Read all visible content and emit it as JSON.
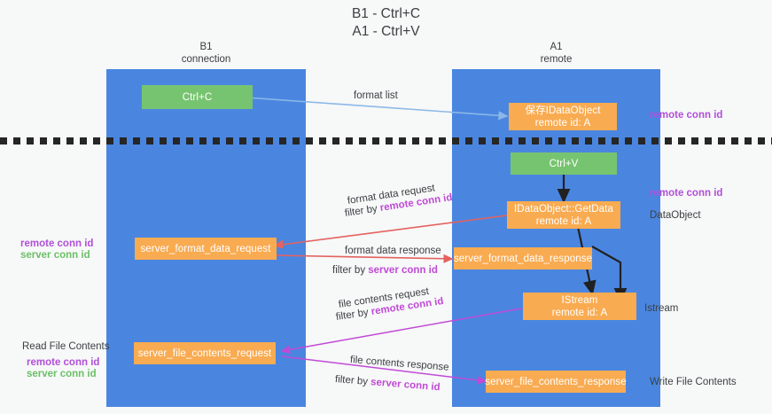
{
  "title": {
    "line1": "B1 - Ctrl+C",
    "line2": "A1 - Ctrl+V"
  },
  "columns": [
    {
      "name": "B1",
      "role": "connection"
    },
    {
      "name": "A1",
      "role": "remote"
    }
  ],
  "boxes": {
    "ctrl_c": {
      "label": "Ctrl+C"
    },
    "save_dataobject": {
      "line1": "保存IDataObject",
      "line2": "remote id: A"
    },
    "ctrl_v": {
      "label": "Ctrl+V"
    },
    "getdata": {
      "line1": "IDataObject::GetData",
      "line2": "remote id: A"
    },
    "server_format_data_request": {
      "label": "server_format_data_request"
    },
    "server_format_data_response": {
      "label": "server_format_data_response"
    },
    "istream": {
      "line1": "IStream",
      "line2": "remote id: A"
    },
    "server_file_contents_request": {
      "label": "server_file_contents_request"
    },
    "server_file_contents_response": {
      "label": "server_file_contents_response"
    }
  },
  "edge_labels": {
    "format_list": "format list",
    "format_data_request": "format data request",
    "format_data_request_filter_prefix": "filter by ",
    "format_data_request_filter_key": "remote conn id",
    "format_data_response": "format data response",
    "format_data_response_filter_prefix": "filter by ",
    "format_data_response_filter_key": "server conn id",
    "file_contents_request": "file contents request",
    "file_contents_request_filter_prefix": "filter by ",
    "file_contents_request_filter_key": "remote conn id",
    "file_contents_response": "file contents response",
    "file_contents_response_filter_prefix": "filter by ",
    "file_contents_response_filter_key": "server conn id"
  },
  "annotations": {
    "right_top_remote_conn_id": "remote conn id",
    "right_mid_remote_conn_id": "remote conn id",
    "right_dataobject": "DataObject",
    "right_istream": "Istream",
    "right_write_file_contents": "Write File Contents",
    "left_remote_conn_id": "remote conn id",
    "left_server_conn_id": "server conn id",
    "left_read_file_contents": "Read File Contents",
    "left_bottom_remote_conn_id": "remote conn id",
    "left_bottom_server_conn_id": "server conn id"
  },
  "colors": {
    "lane": "#4a86e0",
    "box_orange": "#f9ab51",
    "box_green": "#77c470",
    "accent_purple": "#b14fd8",
    "accent_green": "#6bbf67",
    "arrow_blue": "#8cb8e8",
    "arrow_red": "#e4625f",
    "arrow_magenta": "#c04ad6",
    "arrow_black": "#212121",
    "background": "#f7f8f8",
    "separator": "#262626"
  }
}
